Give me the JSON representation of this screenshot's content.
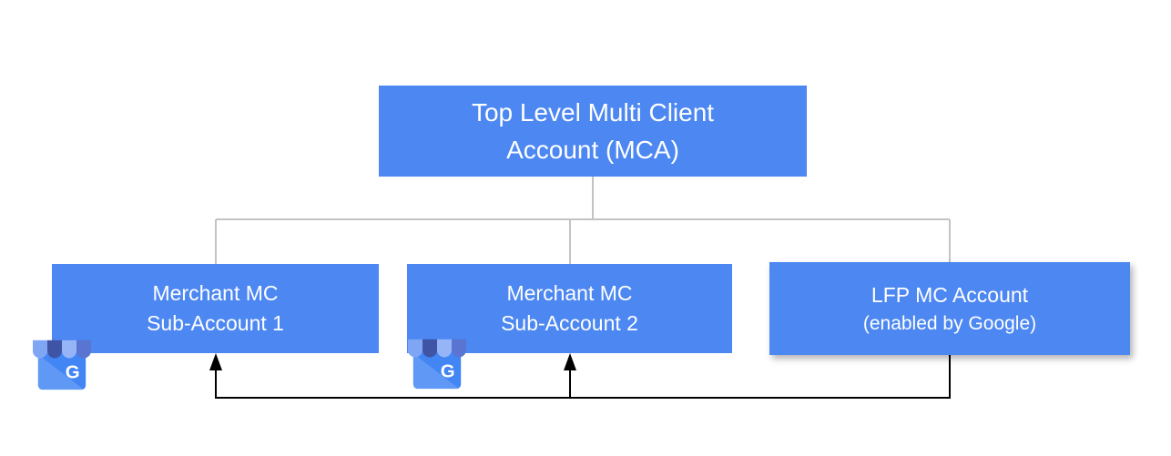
{
  "nodes": {
    "root": {
      "line1": "Top Level Multi Client",
      "line2": "Account (MCA)"
    },
    "sub1": {
      "line1": "Merchant MC",
      "line2": "Sub-Account 1"
    },
    "sub2": {
      "line1": "Merchant MC",
      "line2": "Sub-Account 2"
    },
    "lfp": {
      "line1": "LFP MC Account",
      "line2": "(enabled by Google)"
    }
  },
  "icons": {
    "sub1_badge": "google-my-business-icon",
    "sub2_badge": "google-my-business-icon",
    "badge_letter": "G"
  },
  "colors": {
    "node_fill": "#4C87F2",
    "node_text": "#FFFFFF",
    "connector": "#C3C3C3",
    "arrow": "#000000",
    "gmb_body": "#4285F4",
    "gmb_light1": "#7EA6F4",
    "gmb_dark1": "#4054A5",
    "gmb_light2": "#96B5F6",
    "gmb_dark2": "#5A75D1"
  }
}
